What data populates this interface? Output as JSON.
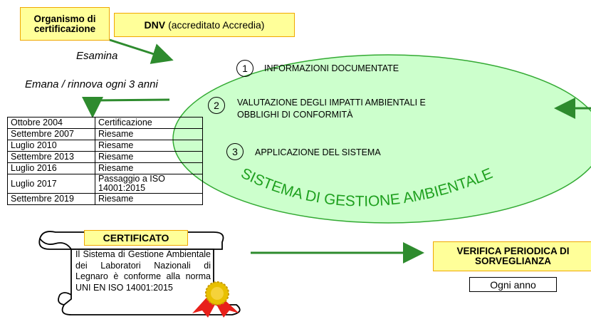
{
  "org_label": "Organismo di certificazione",
  "dnv": {
    "name": "DNV",
    "note": "(accreditato Accredia)"
  },
  "esamina_label": "Esamina",
  "emana_label": "Emana / rinnova ogni 3 anni",
  "history": [
    {
      "date": "Ottobre 2004",
      "event": "Certificazione"
    },
    {
      "date": "Settembre 2007",
      "event": "Riesame"
    },
    {
      "date": "Luglio 2010",
      "event": "Riesame"
    },
    {
      "date": "Settembre 2013",
      "event": "Riesame"
    },
    {
      "date": "Luglio 2016",
      "event": "Riesame"
    },
    {
      "date": "Luglio 2017",
      "event": "Passaggio a ISO 14001:2015"
    },
    {
      "date": "Settembre 2019",
      "event": "Riesame"
    }
  ],
  "sga": {
    "items": [
      {
        "num": "1",
        "text": "INFORMAZIONI DOCUMENTATE"
      },
      {
        "num": "2",
        "text_line1": "VALUTAZIONE DEGLI IMPATTI AMBIENTALI E",
        "text_line2": "OBBLIGHI DI CONFORMITÀ"
      },
      {
        "num": "3",
        "text": "APPLICAZIONE DEL SISTEMA"
      }
    ],
    "title": "SISTEMA DI GESTIONE AMBIENTALE"
  },
  "certificate": {
    "title": "CERTIFICATO",
    "text": "Il Sistema di Gestione Ambientale dei Laboratori Nazionali di Legnaro è conforme alla norma UNI EN ISO 14001:2015"
  },
  "verifica": {
    "label": "VERIFICA PERIODICA DI SORVEGLIANZA",
    "frequency": "Ogni anno"
  },
  "colors": {
    "box_fill": "#ffff99",
    "box_border": "#f0a800",
    "arrow": "#2e8b2e",
    "ellipse_fill": "#ccffcc",
    "ellipse_stroke": "#33aa33",
    "title_green": "#1fa01f",
    "seal_red": "#e8201a",
    "seal_gold": "#e8c000"
  }
}
